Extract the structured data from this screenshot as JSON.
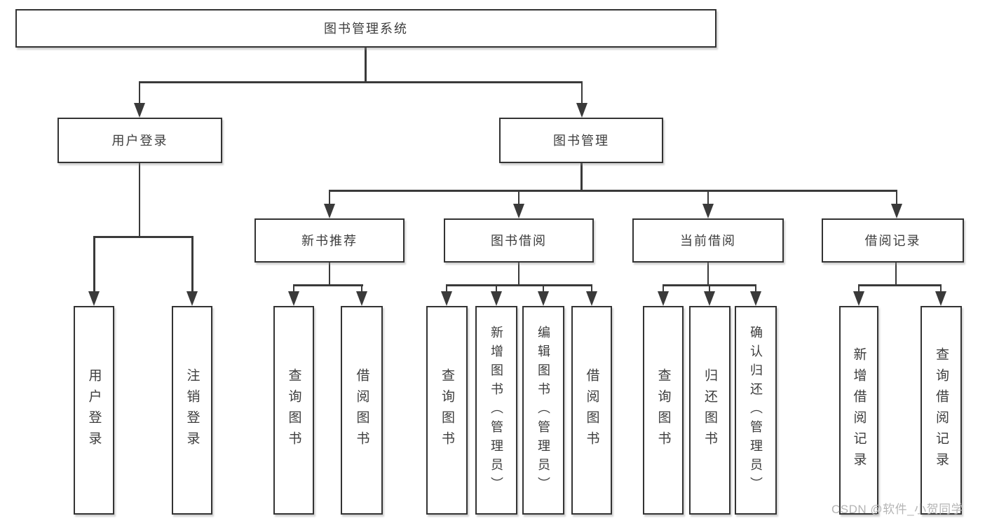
{
  "diagram": {
    "root_label": "图书管理系统",
    "level2": {
      "user_login": "用户登录",
      "book_management": "图书管理"
    },
    "level3": {
      "new_book_recommend": "新书推荐",
      "book_borrow": "图书借阅",
      "current_borrow": "当前借阅",
      "borrow_records": "借阅记录"
    },
    "leaves": {
      "user_login": "用户登录",
      "logout": "注销登录",
      "recommend_query_book": "查询图书",
      "recommend_borrow_book": "借阅图书",
      "borrow_query_book": "查询图书",
      "borrow_add_book": "新增图书（管理员）",
      "borrow_edit_book": "编辑图书（管理员）",
      "borrow_borrow_book": "借阅图书",
      "current_query_book": "查询图书",
      "current_return_book": "归还图书",
      "current_confirm_return": "确认归还（管理员）",
      "records_add_record": "新增借阅记录",
      "records_query_record": "查询借阅记录"
    },
    "watermark": "CSDN @软件_小贺同学",
    "colors": {
      "line": "#3a3a3a",
      "text": "#3d3d3d",
      "background": "#ffffff",
      "watermark": "#b5b5b5"
    }
  }
}
